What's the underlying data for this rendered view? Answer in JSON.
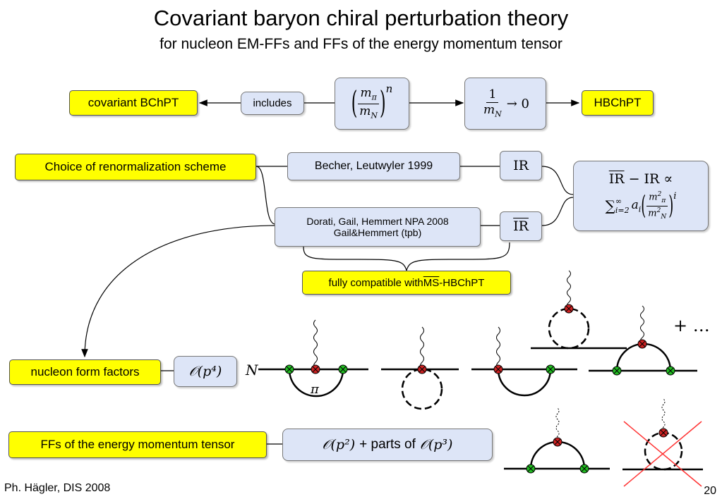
{
  "slide": {
    "title": "Covariant baryon chiral perturbation theory",
    "subtitle": "for nucleon EM-FFs and FFs of the energy momentum tensor",
    "footer_left": "Ph. Hägler, DIS 2008",
    "page_number": "20"
  },
  "top_row": {
    "covariant": "covariant BChPT",
    "includes": "includes",
    "ratio_num": "m",
    "ratio_num_sub": "π",
    "ratio_den": "m",
    "ratio_den_sub": "N",
    "ratio_exp": "n",
    "limit_num": "1",
    "limit_den": "m",
    "limit_den_sub": "N",
    "limit_arrow": "→ 0",
    "hbchpt": "HBChPT"
  },
  "renorm": {
    "choice": "Choice of renormalization scheme",
    "becher": "Becher, Leutwyler 1999",
    "ir": "IR",
    "dorati_line1": "Dorati, Gail, Hemmert NPA 2008",
    "dorati_line2": "Gail&Hemmert (tpb)",
    "irbar": "IR",
    "diff_line1_a": "IR",
    "diff_line1_b": "− IR ∝",
    "sum_prefix": "∑",
    "sum_upper": "∞",
    "sum_lower": "i=2",
    "sum_term": "a",
    "sum_term_sub": "i",
    "sum_exp": "i",
    "compatible_prefix": "fully compatible with ",
    "compatible_ms": "MS",
    "compatible_suffix": "-HBChPT"
  },
  "lower": {
    "nucleon_ff": "nucleon form factors",
    "order_p4": "𝒪(p⁴)",
    "ff_emt": "FFs of the energy momentum tensor",
    "order_p2": "𝒪(p²)",
    "parts_of": "+ parts of",
    "order_p3": "𝒪(p³)",
    "N_label": "N",
    "pi_label": "π",
    "plus_dots": "+ …"
  },
  "colors": {
    "yellow": "#ffff00",
    "blue_box": "#dde5f7",
    "vertex_red": "#cc2222",
    "vertex_green": "#22bb22",
    "cross_red": "#ff3333"
  }
}
